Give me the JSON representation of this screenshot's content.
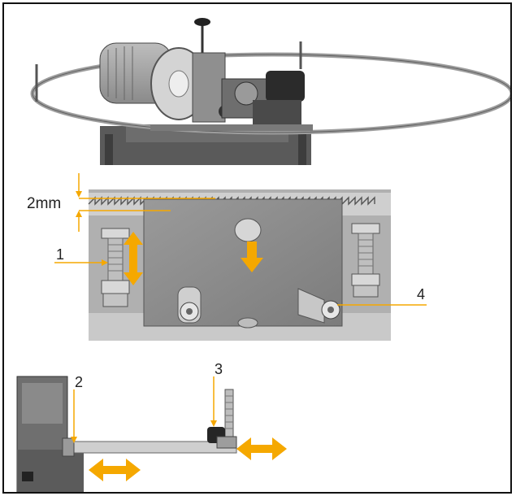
{
  "annotations": {
    "gap": "2mm",
    "callout_1": "1",
    "callout_2": "2",
    "callout_3": "3",
    "callout_4": "4"
  },
  "colors": {
    "accent_arrow": "#F5A800",
    "leader_line": "#F5A800",
    "frame": "#111111"
  },
  "icons": [
    "double-arrow-vertical",
    "arrow-down",
    "double-arrow-horizontal"
  ]
}
